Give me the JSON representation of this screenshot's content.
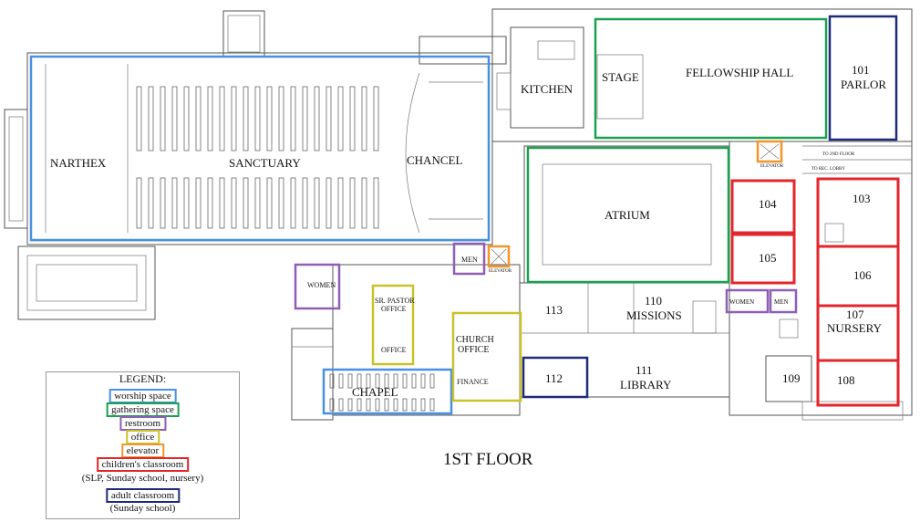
{
  "floor_title": "1ST FLOOR",
  "rooms": {
    "narthex": "NARTHEX",
    "sanctuary": "SANCTUARY",
    "chancel": "CHANCEL",
    "kitchen": "KITCHEN",
    "stage": "STAGE",
    "fellowship_hall": "FELLOWSHIP HALL",
    "parlor_num": "101",
    "parlor": "PARLOR",
    "atrium": "ATRIUM",
    "r103": "103",
    "r104": "104",
    "r105": "105",
    "r106": "106",
    "r107": "107",
    "nursery": "NURSERY",
    "r108": "108",
    "r109": "109",
    "r110": "110",
    "missions": "MISSIONS",
    "r111": "111",
    "library": "LIBRARY",
    "r112": "112",
    "r113": "113",
    "chapel": "CHAPEL",
    "sr_pastor_1": "SR. PASTOR",
    "sr_pastor_2": "OFFICE",
    "office": "OFFICE",
    "church_office_1": "CHURCH",
    "church_office_2": "OFFICE",
    "finance": "FINANCE",
    "women_left": "WOMEN",
    "men_center": "MEN",
    "elevator_center": "ELEVATOR",
    "elevator_right": "ELEVATOR",
    "women_right": "WOMEN",
    "men_right": "MEN",
    "to_2nd_floor": "TO 2ND FLOOR",
    "to_rec_lobby": "TO REC. LOBBY"
  },
  "legend": {
    "title": "LEGEND:",
    "items": [
      {
        "label": "worship space",
        "color": "#4a90e2"
      },
      {
        "label": "gathering space",
        "color": "#1aa050"
      },
      {
        "label": "restroom",
        "color": "#8e5fb5"
      },
      {
        "label": "office",
        "color": "#c9c22a"
      },
      {
        "label": "elevator",
        "color": "#f0962a"
      },
      {
        "label": "children's classroom",
        "color": "#e3262b"
      },
      {
        "label": "adult classroom",
        "color": "#1f2a7a"
      }
    ],
    "children_note": "(SLP, Sunday school, nursery)",
    "adult_note": "(Sunday school)"
  },
  "colors": {
    "worship": "#4a90e2",
    "gathering": "#1aa050",
    "restroom": "#8e5fb5",
    "office": "#c9c22a",
    "elevator": "#f0962a",
    "children": "#e3262b",
    "adult": "#1f2a7a"
  }
}
